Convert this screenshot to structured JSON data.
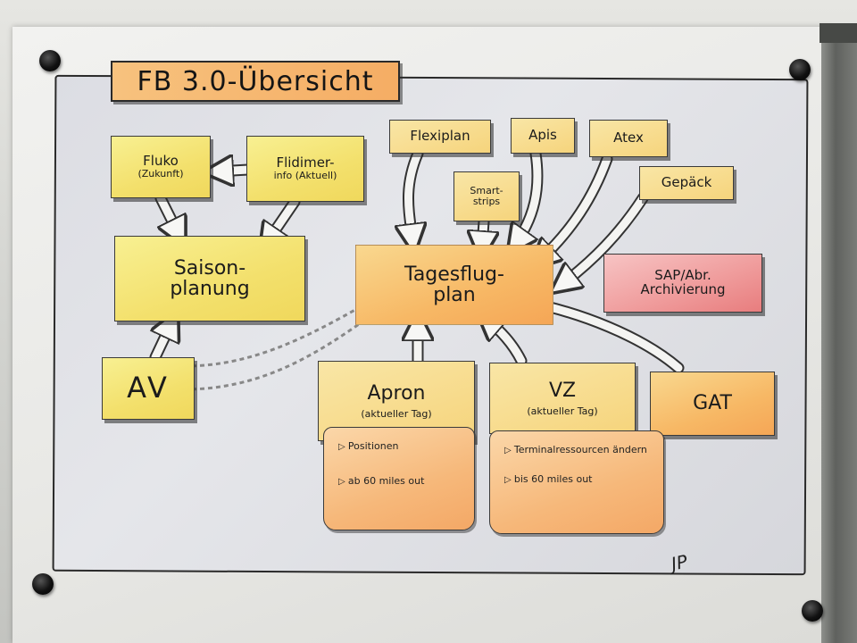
{
  "title": "FB 3.0-Übersicht",
  "nodes": {
    "fluko": {
      "line1": "Fluko",
      "line2": "(Zukunft)"
    },
    "flidimer": {
      "line1": "Flidimer-",
      "line2": "info (Aktuell)"
    },
    "saison": {
      "line1": "Saison-",
      "line2": "planung"
    },
    "av": {
      "label": "AV"
    },
    "flexiplan": {
      "label": "Flexiplan"
    },
    "apis": {
      "label": "Apis"
    },
    "atex": {
      "label": "Atex"
    },
    "gepaeck": {
      "label": "Gepäck"
    },
    "smartstrips": {
      "line1": "Smart-",
      "line2": "strips"
    },
    "tagesflugplan": {
      "line1": "Tagesflug-",
      "line2": "plan"
    },
    "sap": {
      "line1": "SAP/Abr.",
      "line2": "Archivierung"
    },
    "apron": {
      "line1": "Apron",
      "line2": "(aktueller Tag)"
    },
    "vz": {
      "line1": "VZ",
      "line2": "(aktueller Tag)"
    },
    "gat": {
      "label": "GAT"
    }
  },
  "scrolls": {
    "apron": {
      "item1": "Positionen",
      "item2": "ab 60 miles out"
    },
    "vz": {
      "item1": "Terminalressourcen ändern",
      "item2": "bis 60 miles out"
    }
  },
  "signature": "JP"
}
